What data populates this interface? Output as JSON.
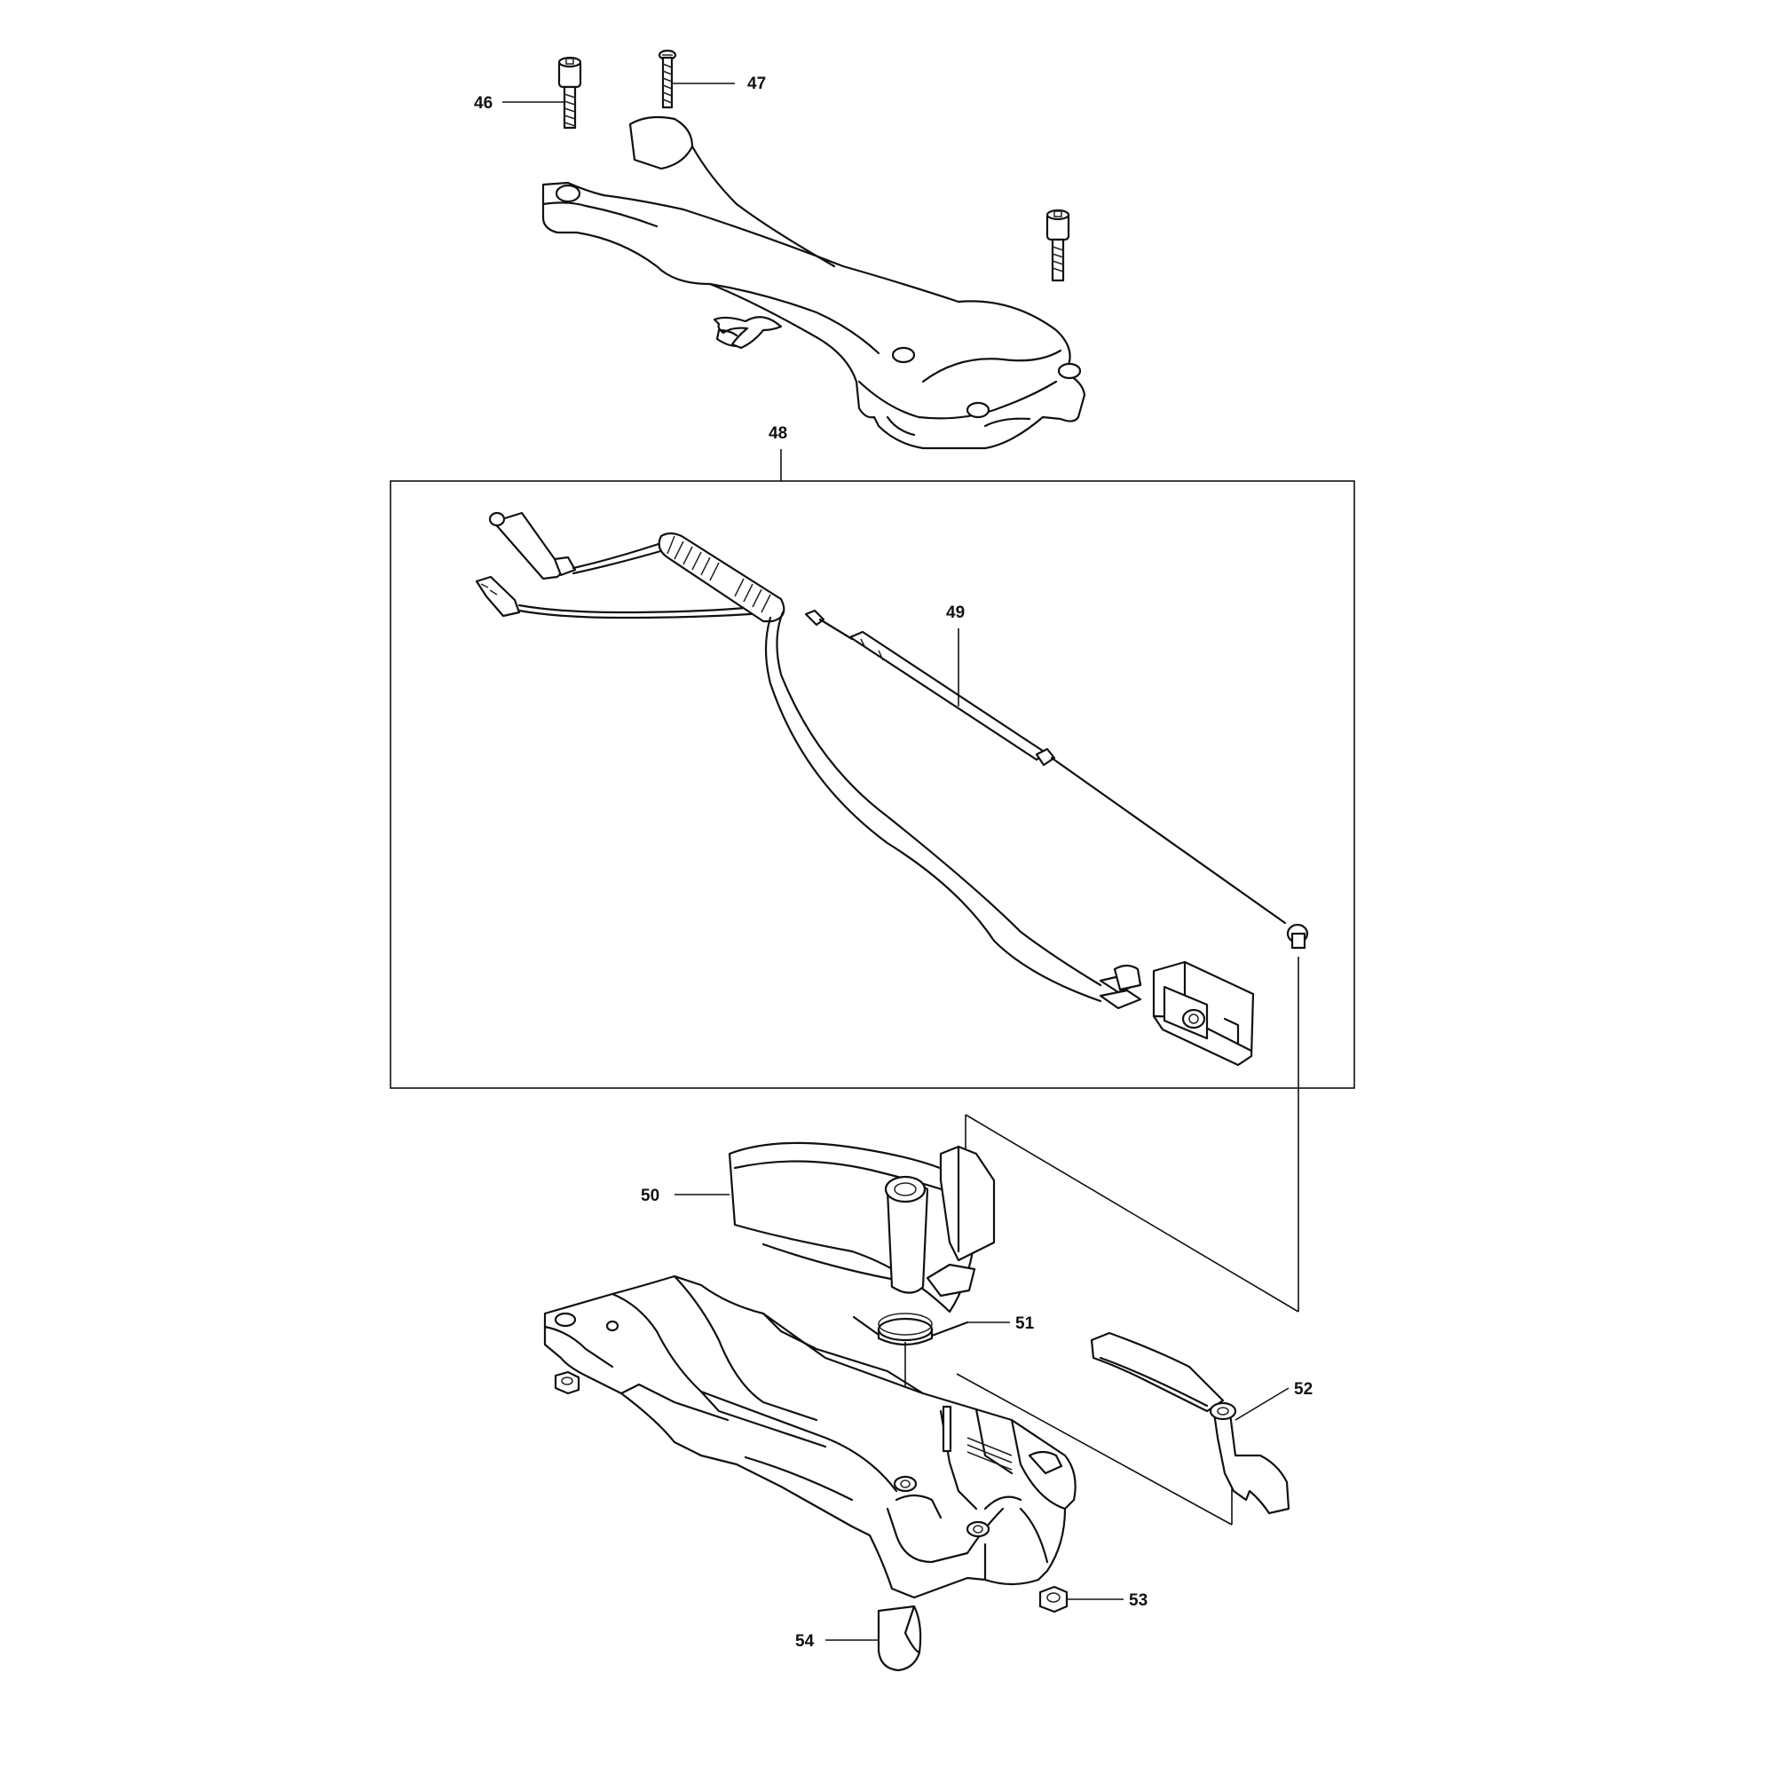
{
  "callouts": {
    "p46": "46",
    "p47": "47",
    "p48": "48",
    "p49": "49",
    "p50": "50",
    "p51": "51",
    "p52": "52",
    "p53": "53",
    "p54": "54"
  },
  "colors": {
    "line": "#111111",
    "background": "#ffffff"
  }
}
